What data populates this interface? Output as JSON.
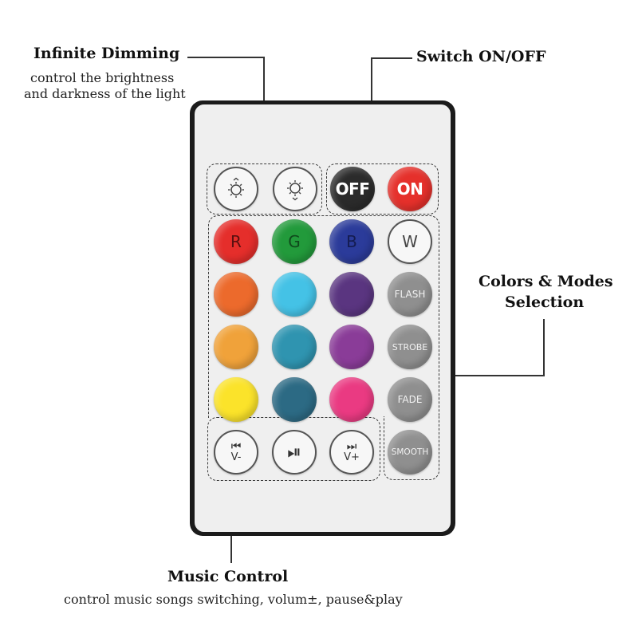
{
  "annotations": {
    "dimming": {
      "title": "Infinite Dimming",
      "lines": [
        "control the brightness",
        "and darkness of the light"
      ]
    },
    "switch": {
      "title": "Switch ON/OFF"
    },
    "colors": {
      "lines": [
        "Colors & Modes",
        "Selection"
      ]
    },
    "music": {
      "title": "Music Control",
      "subtitle": "control music songs switching, volum±, pause&play"
    }
  },
  "buttons": {
    "off_label": "OFF",
    "on_label": "ON",
    "r_label": "R",
    "g_label": "G",
    "b_label": "B",
    "w_label": "W",
    "flash_label": "FLASH",
    "strobe_label": "STROBE",
    "fade_label": "FADE",
    "smooth_label": "SMOOTH",
    "prev_top": "⏮",
    "prev_label": "V-",
    "play_top": "⏯",
    "next_top": "⏭",
    "next_label": "V+"
  },
  "icons": {
    "dim_up": "brightness-up-icon",
    "dim_down": "brightness-down-icon",
    "prev": "previous-track-icon",
    "play": "play-pause-icon",
    "next": "next-track-icon"
  },
  "colors": {
    "off": "#2b2b2b",
    "on": "#e5302b",
    "red": "#e52e2b",
    "green": "#229a3b",
    "blue": "#2b3b9a",
    "orange": "#ec6a2c",
    "sky": "#44c2e6",
    "violet": "#5a3580",
    "light_orange": "#f0a23a",
    "teal": "#2f94b0",
    "purple": "#8a3c98",
    "yellow": "#fbe32a",
    "dark_teal": "#2c6a84",
    "pink": "#ea3a82",
    "mode_gray": "#8f8f8f",
    "body": "#1b1b1b",
    "face": "#efefef"
  }
}
